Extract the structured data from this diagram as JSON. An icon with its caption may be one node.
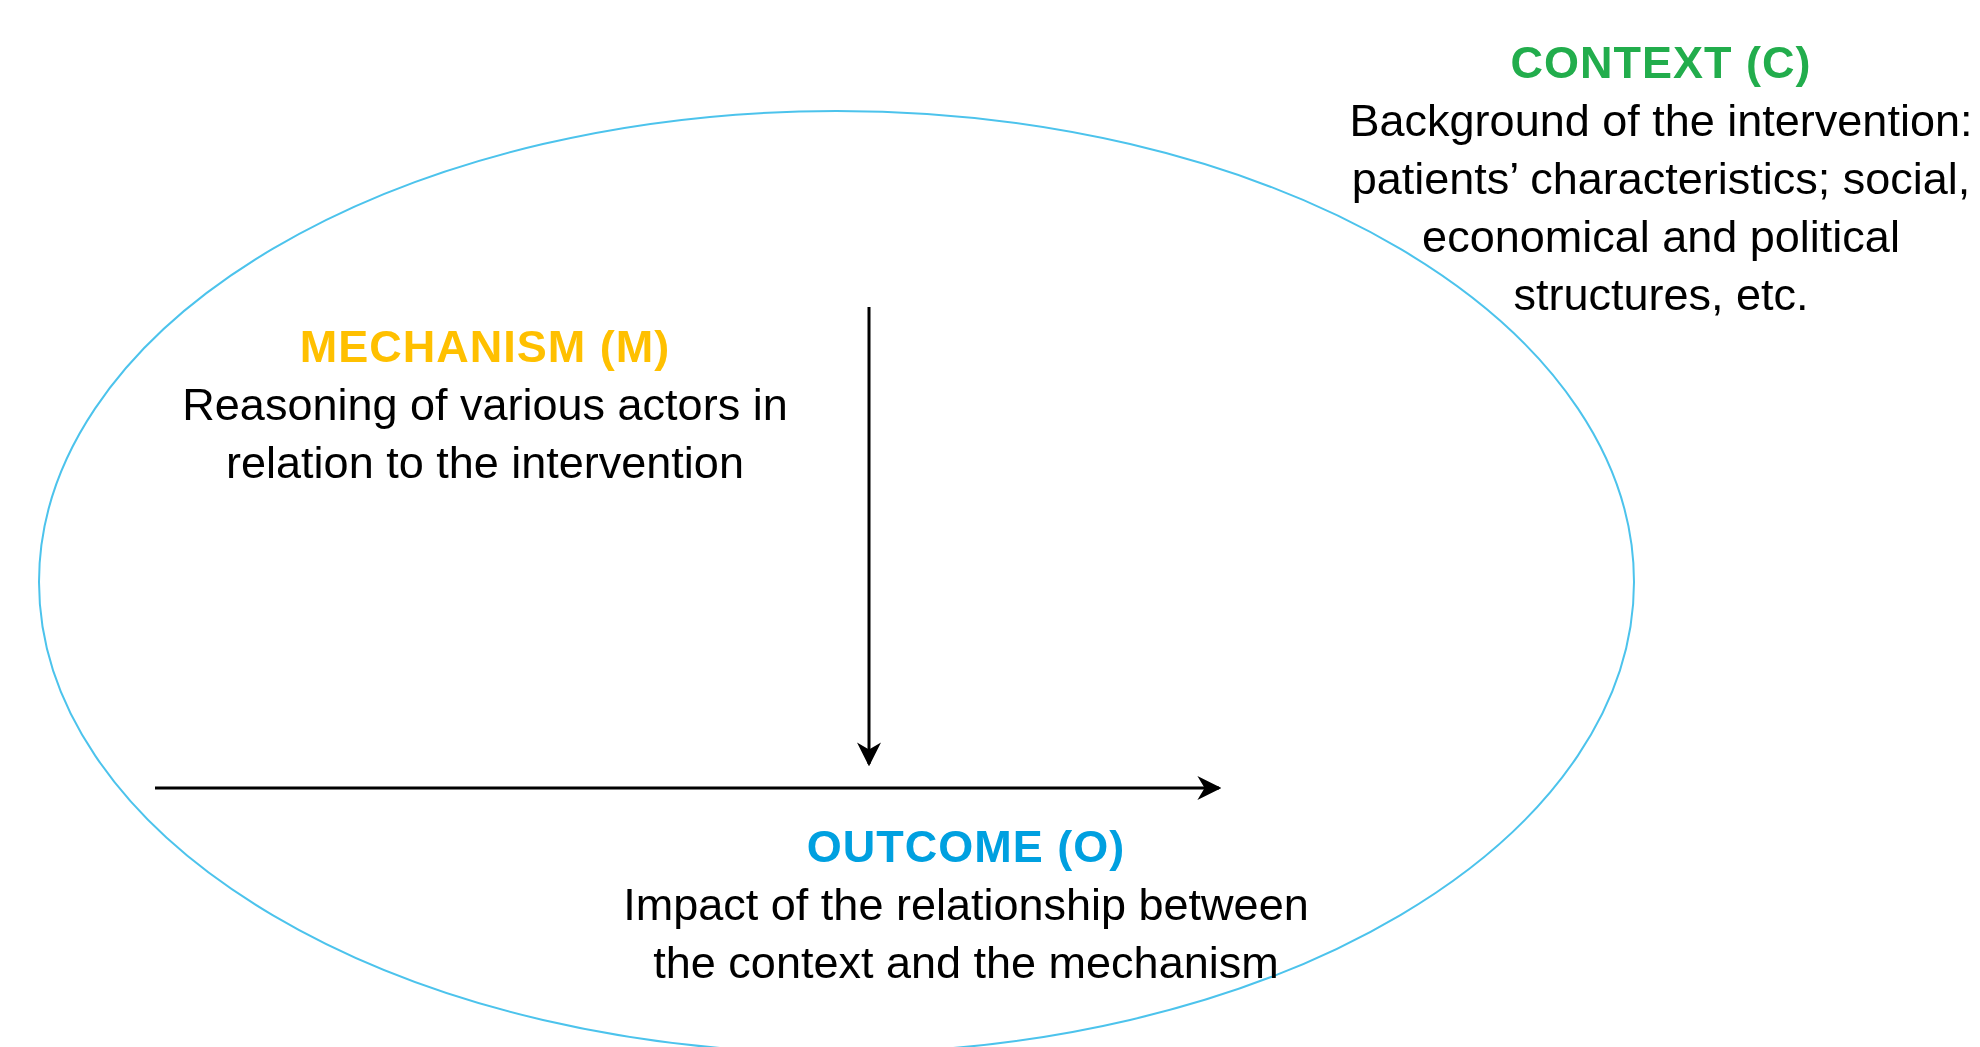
{
  "diagram": {
    "nodes": [
      {
        "text": [],
        "shape": "ellipse"
      }
    ],
    "edges": [],
    "labels": [
      "CONTEXT (C)",
      "Background of the intervention: patients’ characteristics; social, economical and political structures, etc.",
      "MECHANISM (M)",
      "Reasoning of various actors in relation to the intervention",
      "OUTCOME (O)",
      "Impact of the relationship between the context and the mechanism"
    ]
  }
}
